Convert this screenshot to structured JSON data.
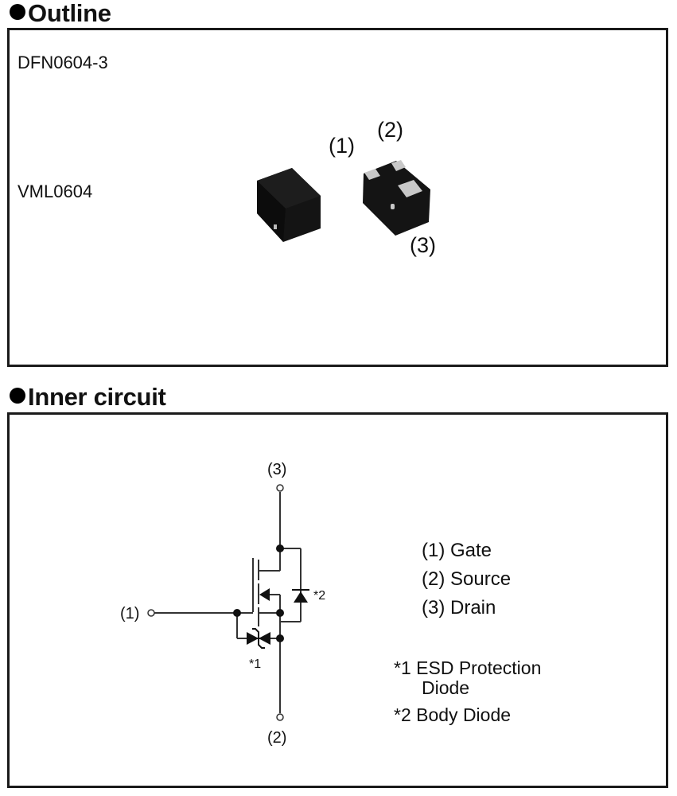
{
  "outline": {
    "heading": "Outline",
    "package_names": [
      "DFN0604-3",
      "VML0604"
    ],
    "pin_labels": [
      "(1)",
      "(2)",
      "(3)"
    ]
  },
  "inner_circuit": {
    "heading": "Inner circuit",
    "terminals": {
      "gate": "(1)",
      "source": "(2)",
      "drain": "(3)"
    },
    "annotations": {
      "esd_diode": "*1",
      "body_diode": "*2"
    },
    "pin_legend": [
      "(1) Gate",
      "(2) Source",
      "(3) Drain"
    ],
    "notes": {
      "note1_line1": "*1 ESD Protection",
      "note1_line2": "Diode",
      "note2": "*2 Body Diode"
    }
  }
}
